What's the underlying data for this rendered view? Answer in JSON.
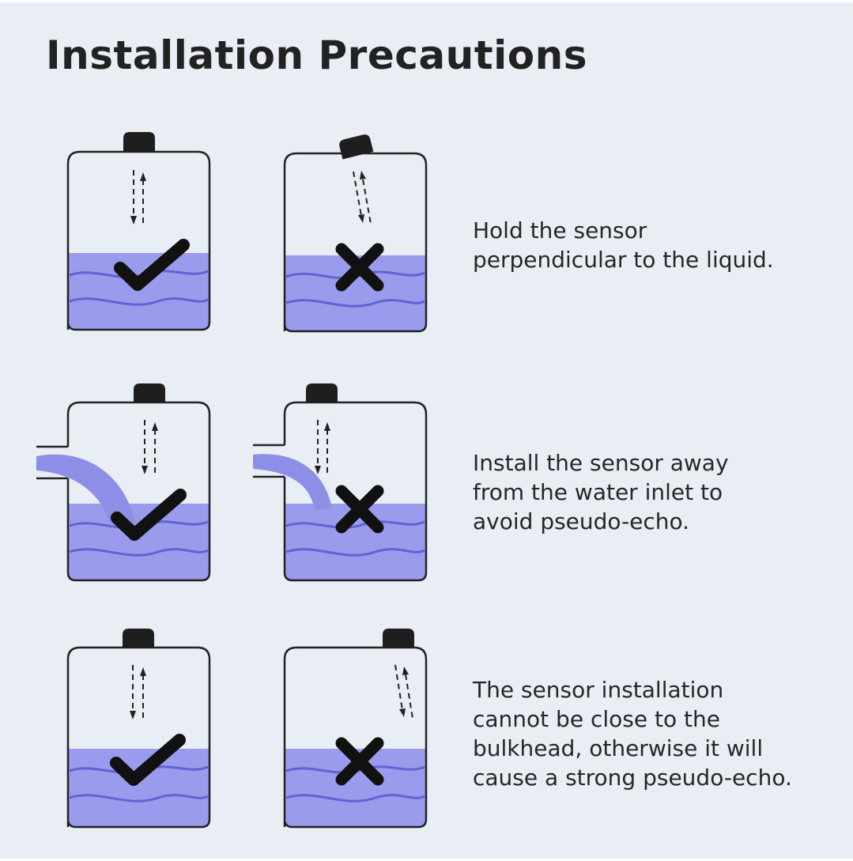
{
  "page": {
    "title": "Installation Precautions"
  },
  "colors": {
    "background": "#e9eef5",
    "liquid": "#9a9bec",
    "liquid_dark": "#7175de",
    "wave": "#5a5fcf",
    "tank_outline": "#222222",
    "sensor": "#1e1e1e",
    "mark": "#111111"
  },
  "rows": [
    {
      "text": "Hold the sensor\nperpendicular to the liquid.",
      "left": {
        "verdict": "correct",
        "icon": "check-icon"
      },
      "right": {
        "verdict": "wrong",
        "icon": "cross-icon"
      }
    },
    {
      "text": "Install the sensor away\nfrom the water inlet to\navoid pseudo-echo.",
      "left": {
        "verdict": "correct",
        "icon": "check-icon"
      },
      "right": {
        "verdict": "wrong",
        "icon": "cross-icon"
      }
    },
    {
      "text": "The sensor installation\ncannot be close to the\nbulkhead, otherwise it will\ncause a strong pseudo-echo.",
      "left": {
        "verdict": "correct",
        "icon": "check-icon"
      },
      "right": {
        "verdict": "wrong",
        "icon": "cross-icon"
      }
    }
  ]
}
